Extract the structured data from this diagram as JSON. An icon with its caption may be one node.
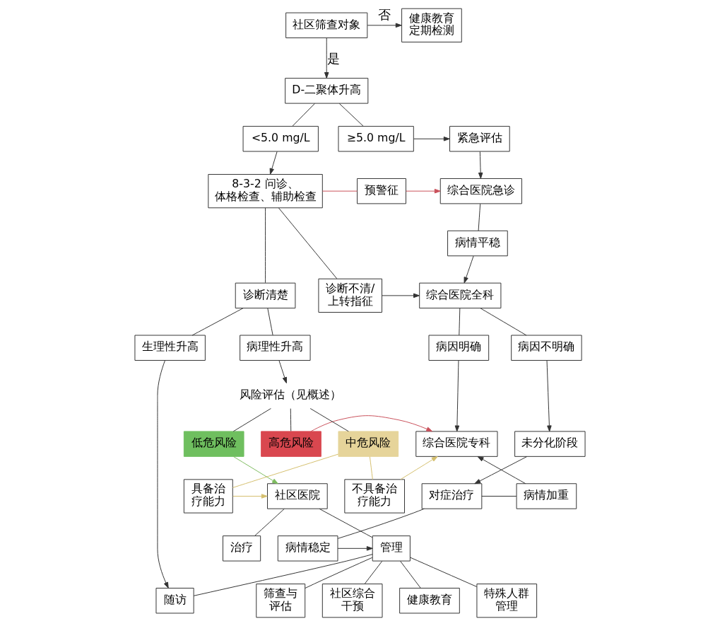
{
  "diagram": {
    "nodes": [
      {
        "text": [
          "社区筛查对象"
        ]
      },
      {
        "text": [
          "健康教育定期检测"
        ]
      },
      {
        "text": [
          "D-二聚体升高"
        ]
      },
      {
        "text": [
          "<5.0 mg/L"
        ]
      },
      {
        "text": [
          "≥5.0 mg/L"
        ]
      },
      {
        "text": [
          "紧急评估"
        ]
      },
      {
        "text": [
          "8-3-2 问诊、体格检查、辅助检查"
        ]
      },
      {
        "text": [
          "预警征"
        ]
      },
      {
        "text": [
          "综合医院急诊"
        ]
      },
      {
        "text": [
          "病情平稳"
        ]
      },
      {
        "text": [
          "诊断清楚"
        ]
      },
      {
        "text": [
          "诊断不清/上转指征"
        ]
      },
      {
        "text": [
          "综合医院全科"
        ]
      },
      {
        "text": [
          "生理性升高"
        ]
      },
      {
        "text": [
          "病理性升高"
        ]
      },
      {
        "text": [
          "病因明确"
        ]
      },
      {
        "text": [
          "病因不明确"
        ]
      },
      {
        "text": [
          "风险评估（见概述）"
        ]
      },
      {
        "text": [
          "低危风险"
        ]
      },
      {
        "text": [
          "中危风险"
        ]
      },
      {
        "text": [
          "高危风险"
        ]
      },
      {
        "text": [
          "综合医院专科"
        ]
      },
      {
        "text": [
          "未分化阶段"
        ]
      },
      {
        "text": [
          "社区医院"
        ]
      },
      {
        "text": [
          "具备治疗能力"
        ]
      },
      {
        "text": [
          "不具备治疗能力"
        ]
      },
      {
        "text": [
          "病情加重"
        ]
      },
      {
        "text": [
          "对症治疗"
        ]
      },
      {
        "text": [
          "治疗"
        ]
      },
      {
        "text": [
          "管理"
        ]
      },
      {
        "text": [
          "病情稳定"
        ]
      },
      {
        "text": [
          "筛查与评估"
        ]
      },
      {
        "text": [
          "社区综合干预"
        ]
      },
      {
        "text": [
          "健康教育"
        ]
      },
      {
        "text": [
          "随访"
        ]
      },
      {
        "text": [
          "特殊人群管理"
        ]
      }
    ],
    "edges": [
      {
        "from": 0,
        "to": 1,
        "arrow": "to",
        "label": "否"
      },
      {
        "from": 0,
        "to": 2,
        "arrow": "to",
        "label": "是"
      },
      {
        "from": 2,
        "to": 3,
        "arrow": "none"
      },
      {
        "from": 2,
        "to": 4,
        "arrow": "none"
      },
      {
        "from": 4,
        "to": 5,
        "arrow": "to"
      },
      {
        "from": 5,
        "to": 8,
        "arrow": "to"
      },
      {
        "from": 3,
        "to": 6,
        "arrow": "to"
      },
      {
        "from": 6,
        "to": 7,
        "arrow": "none",
        "color": "#c9505a"
      },
      {
        "from": 7,
        "to": 8,
        "arrow": "to",
        "color": "#c9505a"
      },
      {
        "from": 8,
        "to": 9,
        "arrow": "none"
      },
      {
        "from": 9,
        "to": 12,
        "arrow": "to"
      },
      {
        "from": 6,
        "to": 10,
        "arrow": "none"
      },
      {
        "from": 6,
        "to": 11,
        "arrow": "none"
      },
      {
        "from": 11,
        "to": 12,
        "arrow": "to"
      },
      {
        "from": 10,
        "to": 13,
        "arrow": "none"
      },
      {
        "from": 10,
        "to": 14,
        "arrow": "none"
      },
      {
        "from": 13,
        "to": 34,
        "arrow": "to"
      },
      {
        "from": 14,
        "to": 17,
        "arrow": "to"
      },
      {
        "from": 12,
        "to": 15,
        "arrow": "none"
      },
      {
        "from": 12,
        "to": 16,
        "arrow": "none"
      },
      {
        "from": 15,
        "to": 21,
        "arrow": "to"
      },
      {
        "from": 16,
        "to": 22,
        "arrow": "to"
      },
      {
        "from": 17,
        "to": 18,
        "arrow": "none"
      },
      {
        "from": 17,
        "to": 19,
        "arrow": "none"
      },
      {
        "from": 17,
        "to": 20,
        "arrow": "none"
      },
      {
        "from": 18,
        "to": 23,
        "arrow": "to",
        "color": "#7dbb5e"
      },
      {
        "from": 19,
        "to": 24,
        "arrow": "none",
        "color": "#d4bf6e"
      },
      {
        "from": 19,
        "to": 25,
        "arrow": "none",
        "color": "#d4bf6e"
      },
      {
        "from": 24,
        "to": 23,
        "arrow": "to",
        "color": "#d4bf6e"
      },
      {
        "from": 25,
        "to": 21,
        "arrow": "to",
        "color": "#d4bf6e"
      },
      {
        "from": 20,
        "to": 21,
        "arrow": "to",
        "color": "#c9505a"
      },
      {
        "from": 22,
        "to": 27,
        "arrow": "to"
      },
      {
        "from": 27,
        "to": 26,
        "arrow": "none"
      },
      {
        "from": 26,
        "to": 21,
        "arrow": "to"
      },
      {
        "from": 27,
        "to": 30,
        "arrow": "none"
      },
      {
        "from": 30,
        "to": 29,
        "arrow": "to"
      },
      {
        "from": 23,
        "to": 28,
        "arrow": "none"
      },
      {
        "from": 23,
        "to": 29,
        "arrow": "none"
      },
      {
        "from": 29,
        "to": 31,
        "arrow": "none"
      },
      {
        "from": 29,
        "to": 32,
        "arrow": "none"
      },
      {
        "from": 29,
        "to": 33,
        "arrow": "none"
      },
      {
        "from": 29,
        "to": 34,
        "arrow": "none"
      },
      {
        "from": 29,
        "to": 35,
        "arrow": "none"
      }
    ]
  }
}
